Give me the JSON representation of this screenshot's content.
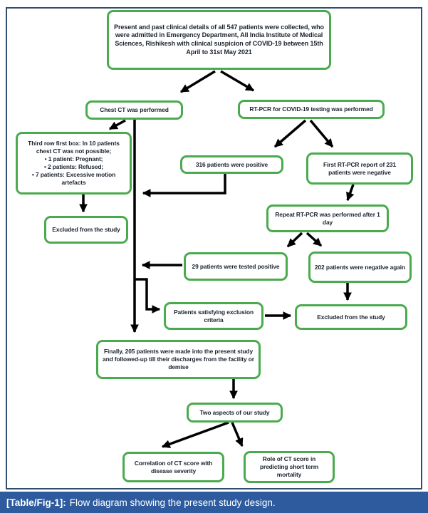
{
  "figure": {
    "caption": {
      "tag": "[Table/Fig-1]:",
      "text": "Flow diagram showing the present study design."
    },
    "colors": {
      "box_border_green": "#4aab4e",
      "arrow_black": "#000000",
      "caption_bg_blue": "#2d5b9e",
      "caption_text": "#ffffff",
      "frame_border_navy": "#2f4e6e",
      "node_text": "#1b2330"
    }
  },
  "flowchart": {
    "nodes": {
      "collection": "Present and past clinical details of all 547 patients were collected, who were admitted in Emergency Department, All India Institute of Medical Sciences, Rishikesh with clinical suspicion of COVID-19 between 15th April to 31st May 2021",
      "chest_ct": "Chest CT was performed",
      "rtpcr": "RT-PCR for COVID-19 testing was performed",
      "not_possible": {
        "intro": "Third row first box: In 10 patients chest CT was not possible;",
        "bullets": [
          "1 patient: Pregnant;",
          "2 patients: Refused;",
          "7 patients: Excessive motion artefacts"
        ]
      },
      "positive_316": "316 patients were positive",
      "first_rtpcr_negative": "First RT-PCR report of 231 patients were negative",
      "excluded_left": "Excluded from the study",
      "repeat_rtpcr": "Repeat RT-PCR was performed after 1 day",
      "tested_positive_29": "29 patients were tested positive",
      "negative_again_202": "202 patients were negative again",
      "exclusion_criteria": "Patients satisfying exclusion criteria",
      "excluded_right": "Excluded from the study",
      "final_205": "Finally, 205 patients were made into the present study and followed-up till their discharges from the facility or demise",
      "two_aspects": "Two aspects of our study",
      "ct_severity": "Correlation of CT score with disease severity",
      "ct_mortality": "Role of CT score in predicting short term mortality"
    }
  }
}
